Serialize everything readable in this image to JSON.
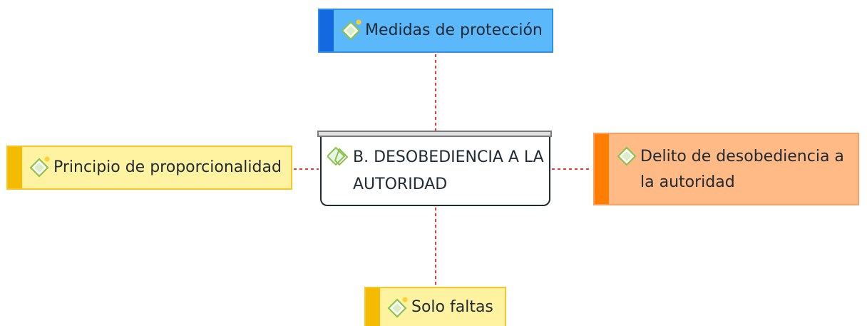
{
  "diagram": {
    "center": {
      "label": "B. DESOBEDIENCIA A LA AUTORIDAD",
      "icon": "diamond-icon"
    },
    "nodes": [
      {
        "id": "top",
        "label": "Medidas de protección",
        "icon": "diamond-dot-icon",
        "color": "#5ab8fb",
        "accent": "#1469e0"
      },
      {
        "id": "left",
        "label": "Principio de proporcionalidad",
        "icon": "diamond-dot-icon",
        "color": "#fff3a2",
        "accent": "#f5bb00"
      },
      {
        "id": "right",
        "label": "Delito de desobediencia a la autoridad",
        "icon": "diamond-icon",
        "color": "#ffba85",
        "accent": "#ff7d00"
      },
      {
        "id": "bottom",
        "label": "Solo faltas",
        "icon": "diamond-dot-icon",
        "color": "#fff3a2",
        "accent": "#f5bb00"
      }
    ],
    "connector_color": "#e53935"
  }
}
